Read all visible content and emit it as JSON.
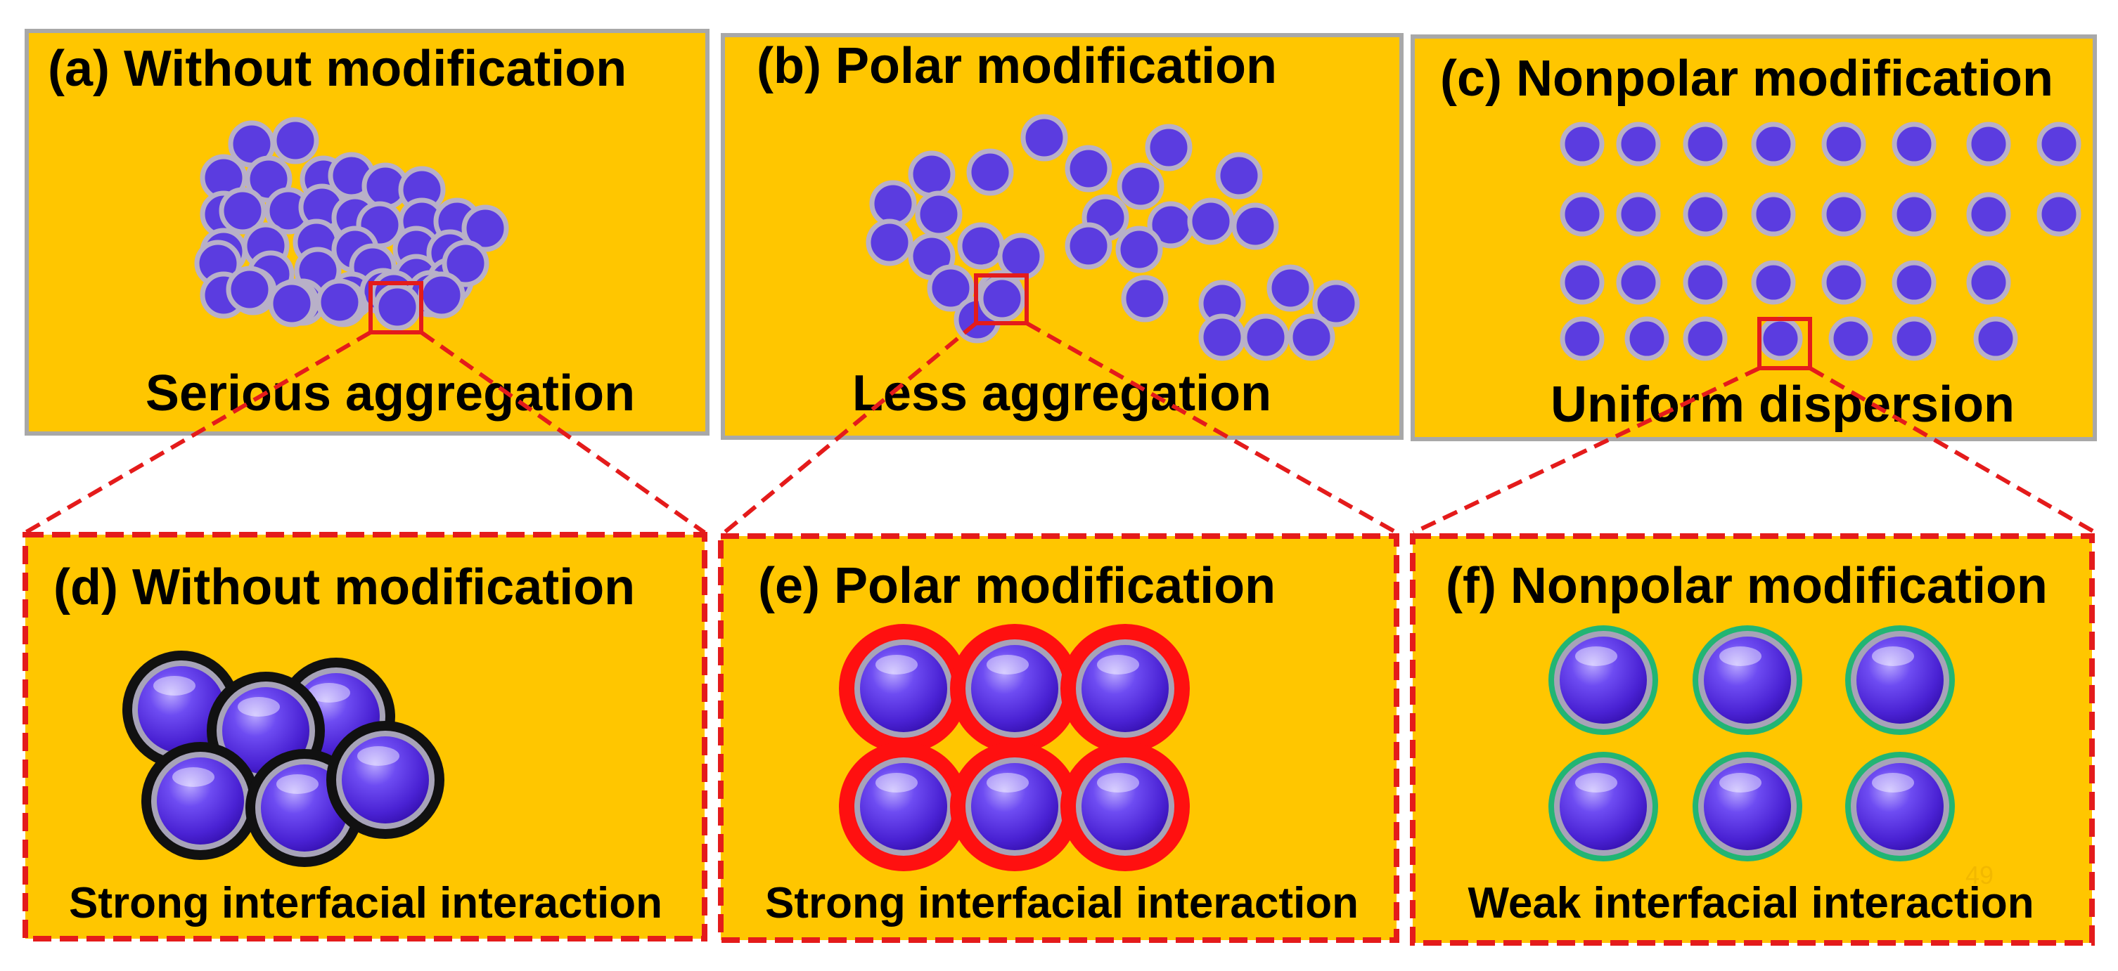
{
  "panels": {
    "a": {
      "title": "(a) Without modification",
      "caption": "Serious aggregation"
    },
    "b": {
      "title": "(b) Polar modification",
      "caption": "Less aggregation"
    },
    "c": {
      "title": "(c) Nonpolar modification",
      "caption": "Uniform dispersion"
    },
    "d": {
      "title": "(d) Without modification",
      "caption": "Strong interfacial interaction"
    },
    "e": {
      "title": "(e) Polar modification",
      "caption": "Strong interfacial interaction"
    },
    "f": {
      "title": "(f) Nonpolar modification",
      "caption": "Weak interfacial interaction"
    }
  },
  "colors": {
    "panel_fill": "#FFC600",
    "particle": "#5B3CE0",
    "particle_rim": "#B8B0C8",
    "zoom_line": "#E41B1B",
    "shell_none": "#111111",
    "shell_polar": "#FF1010",
    "shell_nonpolar": "#22B573"
  },
  "page_number": "49"
}
